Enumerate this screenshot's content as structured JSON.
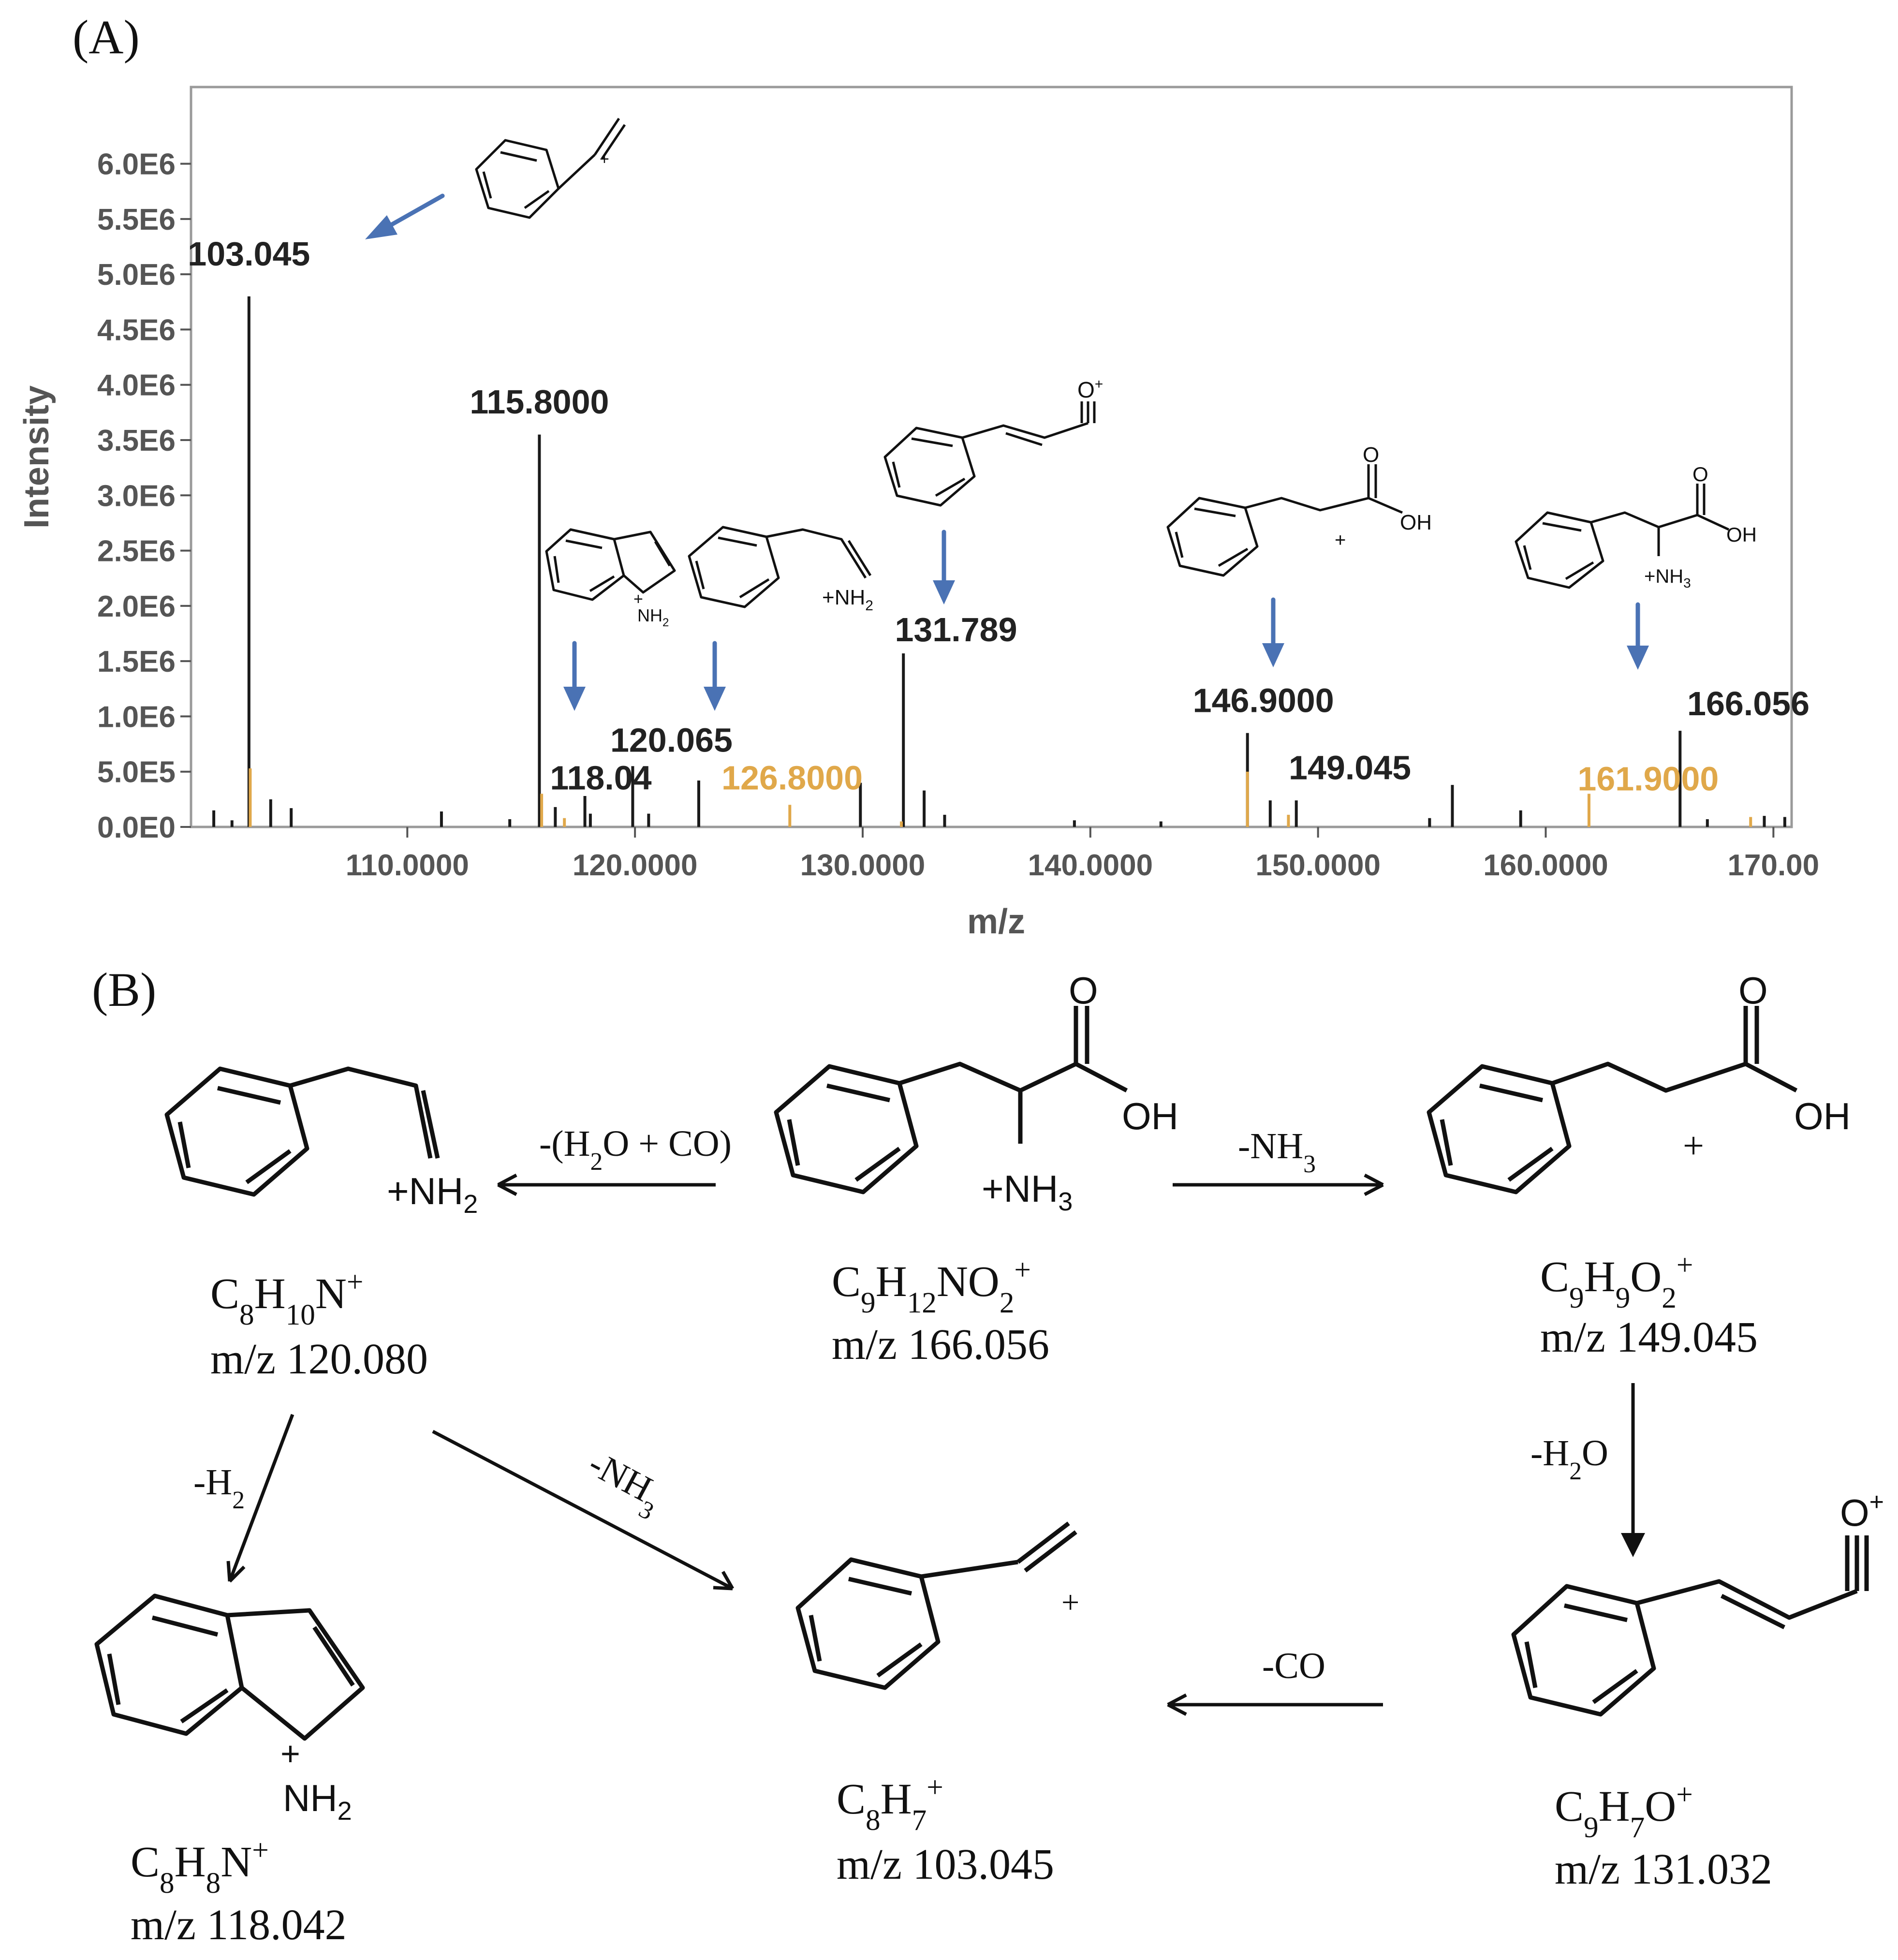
{
  "panel_a": {
    "label": "(A)"
  },
  "panel_b": {
    "label": "(B)"
  },
  "chart_data": {
    "type": "bar",
    "title": "",
    "xlabel": "m/z",
    "ylabel": "Intensity",
    "xlim": [
      100.5,
      170.8
    ],
    "ylim": [
      0,
      6300000
    ],
    "x_ticks": [
      110,
      120,
      130,
      140,
      150,
      160,
      170
    ],
    "x_tick_labels": [
      "110.0000",
      "120.0000",
      "130.0000",
      "140.0000",
      "150.0000",
      "160.0000",
      "170.00"
    ],
    "y_ticks": [
      0,
      500000,
      1000000,
      1500000,
      2000000,
      2500000,
      3000000,
      3500000,
      4000000,
      4500000,
      5000000,
      5500000,
      6000000
    ],
    "y_tick_labels": [
      "0.0E0",
      "5.0E5",
      "1.0E6",
      "1.5E6",
      "2.0E6",
      "2.5E6",
      "3.0E6",
      "3.5E6",
      "4.0E6",
      "4.5E6",
      "5.0E6",
      "5.5E6",
      "6.0E6"
    ],
    "colors": {
      "main": "#1a1a1a",
      "secondary": "#e0a84a",
      "arrow": "#4a72b4"
    },
    "series": [
      {
        "values": [
          {
            "mz": 101.5,
            "i": 150000
          },
          {
            "mz": 102.3,
            "i": 60000
          },
          {
            "mz": 103.045,
            "i": 4800000
          },
          {
            "mz": 104.0,
            "i": 250000
          },
          {
            "mz": 104.9,
            "i": 170000
          },
          {
            "mz": 111.5,
            "i": 140000
          },
          {
            "mz": 114.5,
            "i": 70000
          },
          {
            "mz": 115.8,
            "i": 3550000
          },
          {
            "mz": 116.5,
            "i": 180000
          },
          {
            "mz": 117.8,
            "i": 280000
          },
          {
            "mz": 118.04,
            "i": 120000
          },
          {
            "mz": 119.9,
            "i": 550000
          },
          {
            "mz": 120.6,
            "i": 120000
          },
          {
            "mz": 122.8,
            "i": 420000
          },
          {
            "mz": 129.9,
            "i": 400000
          },
          {
            "mz": 131.789,
            "i": 1570000
          },
          {
            "mz": 132.7,
            "i": 330000
          },
          {
            "mz": 133.6,
            "i": 110000
          },
          {
            "mz": 139.3,
            "i": 60000
          },
          {
            "mz": 143.1,
            "i": 50000
          },
          {
            "mz": 146.9,
            "i": 850000
          },
          {
            "mz": 147.9,
            "i": 240000
          },
          {
            "mz": 149.045,
            "i": 240000
          },
          {
            "mz": 154.9,
            "i": 80000
          },
          {
            "mz": 155.9,
            "i": 380000
          },
          {
            "mz": 158.9,
            "i": 150000
          },
          {
            "mz": 165.9,
            "i": 870000
          },
          {
            "mz": 167.1,
            "i": 70000
          },
          {
            "mz": 169.6,
            "i": 100000
          },
          {
            "mz": 170.5,
            "i": 90000
          }
        ]
      },
      {
        "values": [
          {
            "mz": 103.1,
            "i": 530000
          },
          {
            "mz": 115.9,
            "i": 300000
          },
          {
            "mz": 116.9,
            "i": 80000
          },
          {
            "mz": 126.8,
            "i": 200000
          },
          {
            "mz": 131.7,
            "i": 50000
          },
          {
            "mz": 146.9,
            "i": 500000
          },
          {
            "mz": 148.7,
            "i": 110000
          },
          {
            "mz": 161.9,
            "i": 300000
          },
          {
            "mz": 169.0,
            "i": 90000
          }
        ]
      }
    ],
    "peak_labels": [
      {
        "text": "103.045",
        "mz": 103.045,
        "i": 5080000,
        "color": "main"
      },
      {
        "text": "115.8000",
        "mz": 115.8,
        "i": 3740000,
        "color": "main"
      },
      {
        "text": "118.04",
        "mz": 118.5,
        "i": 340000,
        "color": "main"
      },
      {
        "text": "120.065",
        "mz": 121.6,
        "i": 680000,
        "color": "main"
      },
      {
        "text": "126.8000",
        "mz": 126.9,
        "i": 340000,
        "color": "secondary"
      },
      {
        "text": "131.789",
        "mz": 134.1,
        "i": 1680000,
        "color": "main"
      },
      {
        "text": "146.9000",
        "mz": 147.6,
        "i": 1040000,
        "color": "main"
      },
      {
        "text": "149.045",
        "mz": 151.4,
        "i": 430000,
        "color": "main"
      },
      {
        "text": "161.9000",
        "mz": 164.5,
        "i": 330000,
        "color": "secondary"
      },
      {
        "text": "166.056",
        "mz": 168.9,
        "i": 1010000,
        "color": "main"
      }
    ]
  },
  "inset_structure_labels": {
    "styrene_plus": "+",
    "indole_nh2": "NH",
    "indole_sub": "2",
    "indole_plus": "+",
    "imine_nh2": "+NH",
    "imine_sub": "2",
    "acylium_o": "O",
    "acylium_plus": "+",
    "acid_oh": "OH",
    "acid_o": "O",
    "acid_plus": "+",
    "phe_oh": "OH",
    "phe_o": "O",
    "phe_nh3": "+NH",
    "phe_sub": "3"
  },
  "scheme": {
    "phe": {
      "formula": "C9H12NO2+",
      "mz": "m/z 166.056",
      "o": "O",
      "oh": "OH",
      "nh3": "+NH",
      "nh3_sub": "3"
    },
    "imine": {
      "formula": "C8H10N+",
      "mz": "m/z 120.080",
      "nh2": "+NH",
      "nh2_sub": "2"
    },
    "acid": {
      "formula": "C9H9O2+",
      "mz": "m/z 149.045",
      "o": "O",
      "oh": "OH",
      "plus": "+"
    },
    "indole": {
      "formula": "C8H8N+",
      "mz": "m/z 118.042",
      "nh2": "NH",
      "nh2_sub": "2",
      "plus": "+"
    },
    "styrene": {
      "formula": "C8H7+",
      "mz": "m/z 103.045",
      "plus": "+"
    },
    "acylium": {
      "formula": "C9H7O+",
      "mz": "m/z 131.032",
      "o": "O",
      "plus": "+"
    },
    "arrows": {
      "to_imine": "-(H2O + CO)",
      "to_acid": "-NH3",
      "to_indole": "-H2",
      "to_styrene_diag": "-NH3",
      "to_acylium": "-H2O",
      "to_styrene": "-CO"
    }
  }
}
